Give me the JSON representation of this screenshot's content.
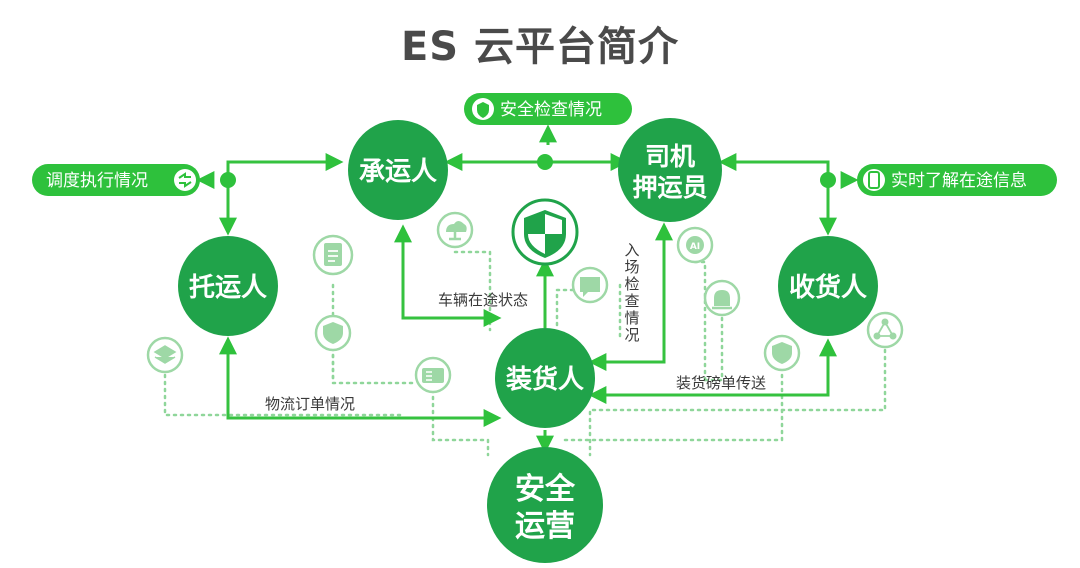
{
  "title": "ES 云平台简介",
  "colors": {
    "node": "#20a34a",
    "accent": "#2ec13c",
    "line": "#35c23f",
    "dotted": "#8fd69a",
    "icon": "#9ed8a6"
  },
  "nodes": {
    "shipper": "托运人",
    "carrier": "承运人",
    "driver_line1": "司机",
    "driver_line2": "押运员",
    "consignee": "收货人",
    "loader": "装货人",
    "safe_line1": "安全",
    "safe_line2": "运营"
  },
  "pills": {
    "safety_check": "安全检查情况",
    "dispatch": "调度执行情况",
    "transit_info": "实时了解在途信息"
  },
  "edges": {
    "vehicle_status": "车辆在途状态",
    "entry_check": "入场检查情况",
    "weigh_ticket": "装货磅单传送",
    "order_status": "物流订单情况"
  },
  "icons": [
    "cloud-network-icon",
    "clipboard-icon",
    "shield-icon",
    "layers-icon",
    "id-card-icon",
    "chat-icon",
    "ai-chip-icon",
    "alarm-light-icon",
    "shield-icon",
    "network-icon"
  ]
}
